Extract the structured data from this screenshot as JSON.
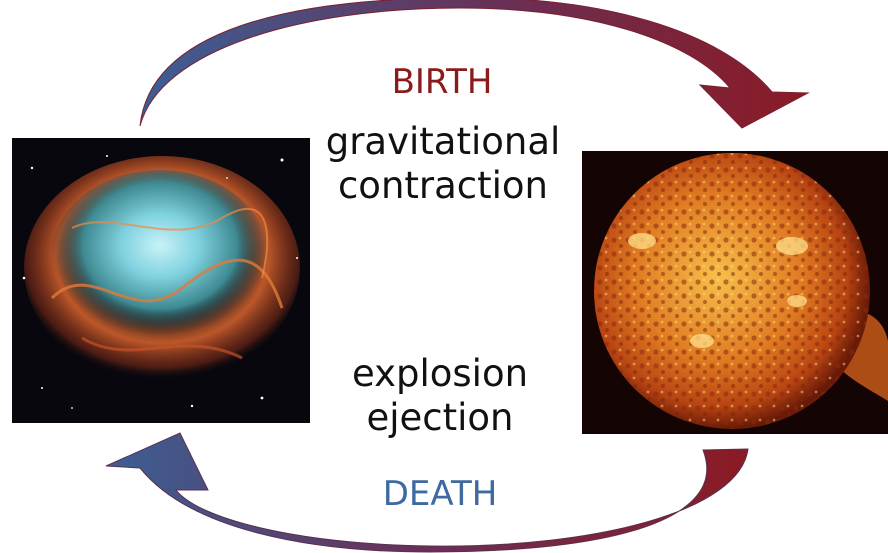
{
  "labels": {
    "birth": "BIRTH",
    "growth_line1": "gravitational",
    "growth_line2": "contraction",
    "decay_line1": "explosion",
    "decay_line2": "ejection",
    "death": "DEATH"
  },
  "colors": {
    "birth_text": "#8b1a1a",
    "death_text": "#3e6aa0",
    "arrow_blue": "#3b5f95",
    "arrow_red": "#8b1a24"
  },
  "images": {
    "left": "crab-nebula-photo",
    "right": "sun-photo"
  }
}
